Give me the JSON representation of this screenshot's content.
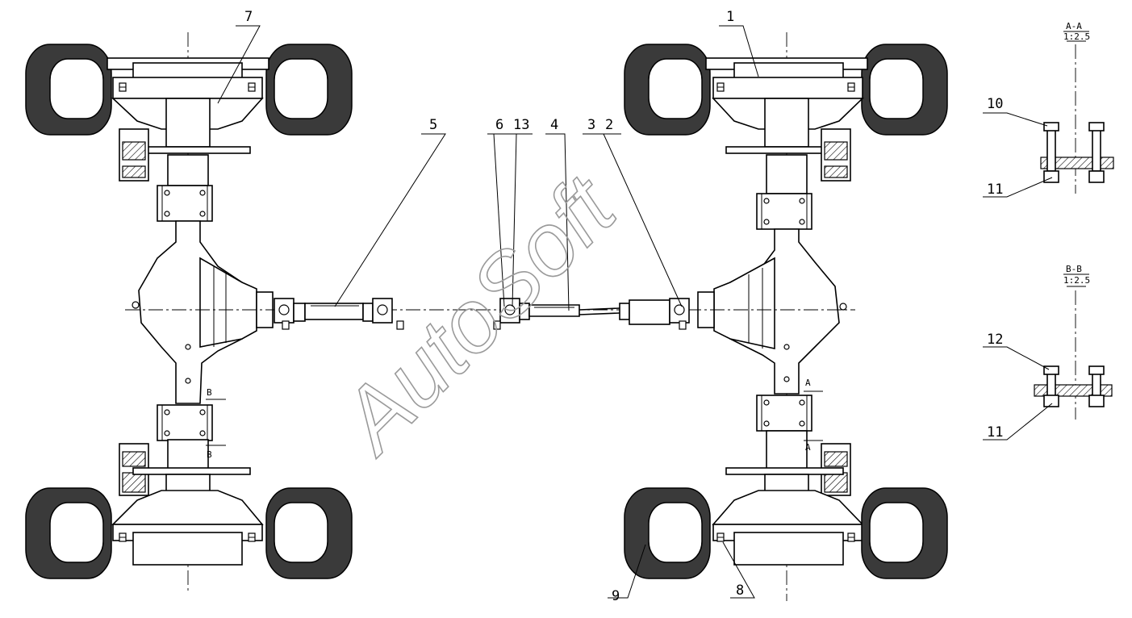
{
  "labels": {
    "l1": "1",
    "l2": "2",
    "l3": "3",
    "l4": "4",
    "l5": "5",
    "l6": "6",
    "l7": "7",
    "l8": "8",
    "l9": "9",
    "l10": "10",
    "l11a": "11",
    "l11b": "11",
    "l12": "12",
    "l13": "13"
  },
  "section_marks": {
    "a_top": "A",
    "a_bottom": "A",
    "b_top": "B",
    "b_bottom": "B"
  },
  "section_views": {
    "aa_title": "A-A",
    "aa_scale": "1:2.5",
    "bb_title": "B-B",
    "bb_scale": "1:2.5"
  },
  "watermark": "AutoSoft"
}
